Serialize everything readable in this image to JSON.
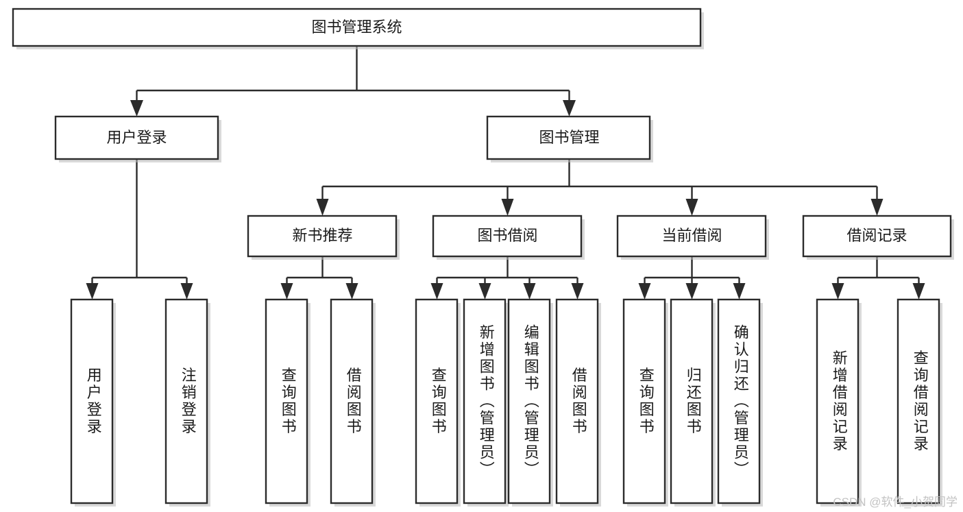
{
  "diagram": {
    "type": "tree-hierarchy-flowchart",
    "title": "图书管理系统",
    "orientation": "top-down",
    "colors": {
      "box_fill": "#ffffff",
      "box_stroke": "#2b2b2b",
      "connector": "#2b2b2b",
      "label": "#1a1a1a",
      "shadow": "#b9b9b9",
      "watermark": "#c3c3c3",
      "background": "#ffffff"
    },
    "levels": {
      "root": "图书管理系统",
      "level2": [
        "用户登录",
        "图书管理"
      ],
      "level3": [
        "新书推荐",
        "图书借阅",
        "当前借阅",
        "借阅记录"
      ],
      "level4_groups": [
        {
          "parent": "用户登录",
          "children": [
            "用户登录",
            "注销登录"
          ]
        },
        {
          "parent": "新书推荐",
          "children": [
            "查询图书",
            "借阅图书"
          ]
        },
        {
          "parent": "图书借阅",
          "children": [
            "查询图书",
            "新增图书（管理员）",
            "编辑图书（管理员）",
            "借阅图书"
          ]
        },
        {
          "parent": "当前借阅",
          "children": [
            "查询图书",
            "归还图书",
            "确认归还（管理员）"
          ]
        },
        {
          "parent": "借阅记录",
          "children": [
            "新增借阅记录",
            "查询借阅记录"
          ]
        }
      ]
    },
    "nodes": {
      "root": {
        "label": "图书管理系统"
      },
      "user_login": {
        "label": "用户登录"
      },
      "book_manage": {
        "label": "图书管理"
      },
      "new_book_rec": {
        "label": "新书推荐"
      },
      "book_borrow": {
        "label": "图书借阅"
      },
      "current_borrow": {
        "label": "当前借阅"
      },
      "borrow_record": {
        "label": "借阅记录"
      },
      "leaf_user_login": {
        "label": "用户登录"
      },
      "leaf_logout": {
        "label": "注销登录"
      },
      "leaf_nbr_query": {
        "label": "查询图书"
      },
      "leaf_nbr_borrow": {
        "label": "借阅图书"
      },
      "leaf_bb_query": {
        "label": "查询图书"
      },
      "leaf_bb_add": {
        "label": "新增图书（管理员）"
      },
      "leaf_bb_edit": {
        "label": "编辑图书（管理员）"
      },
      "leaf_bb_borrow": {
        "label": "借阅图书"
      },
      "leaf_cb_query": {
        "label": "查询图书"
      },
      "leaf_cb_return": {
        "label": "归还图书"
      },
      "leaf_cb_confirm": {
        "label": "确认归还（管理员）"
      },
      "leaf_br_add": {
        "label": "新增借阅记录"
      },
      "leaf_br_query": {
        "label": "查询借阅记录"
      }
    }
  },
  "watermark": {
    "text": "CSDN @软件_小贺同学"
  }
}
